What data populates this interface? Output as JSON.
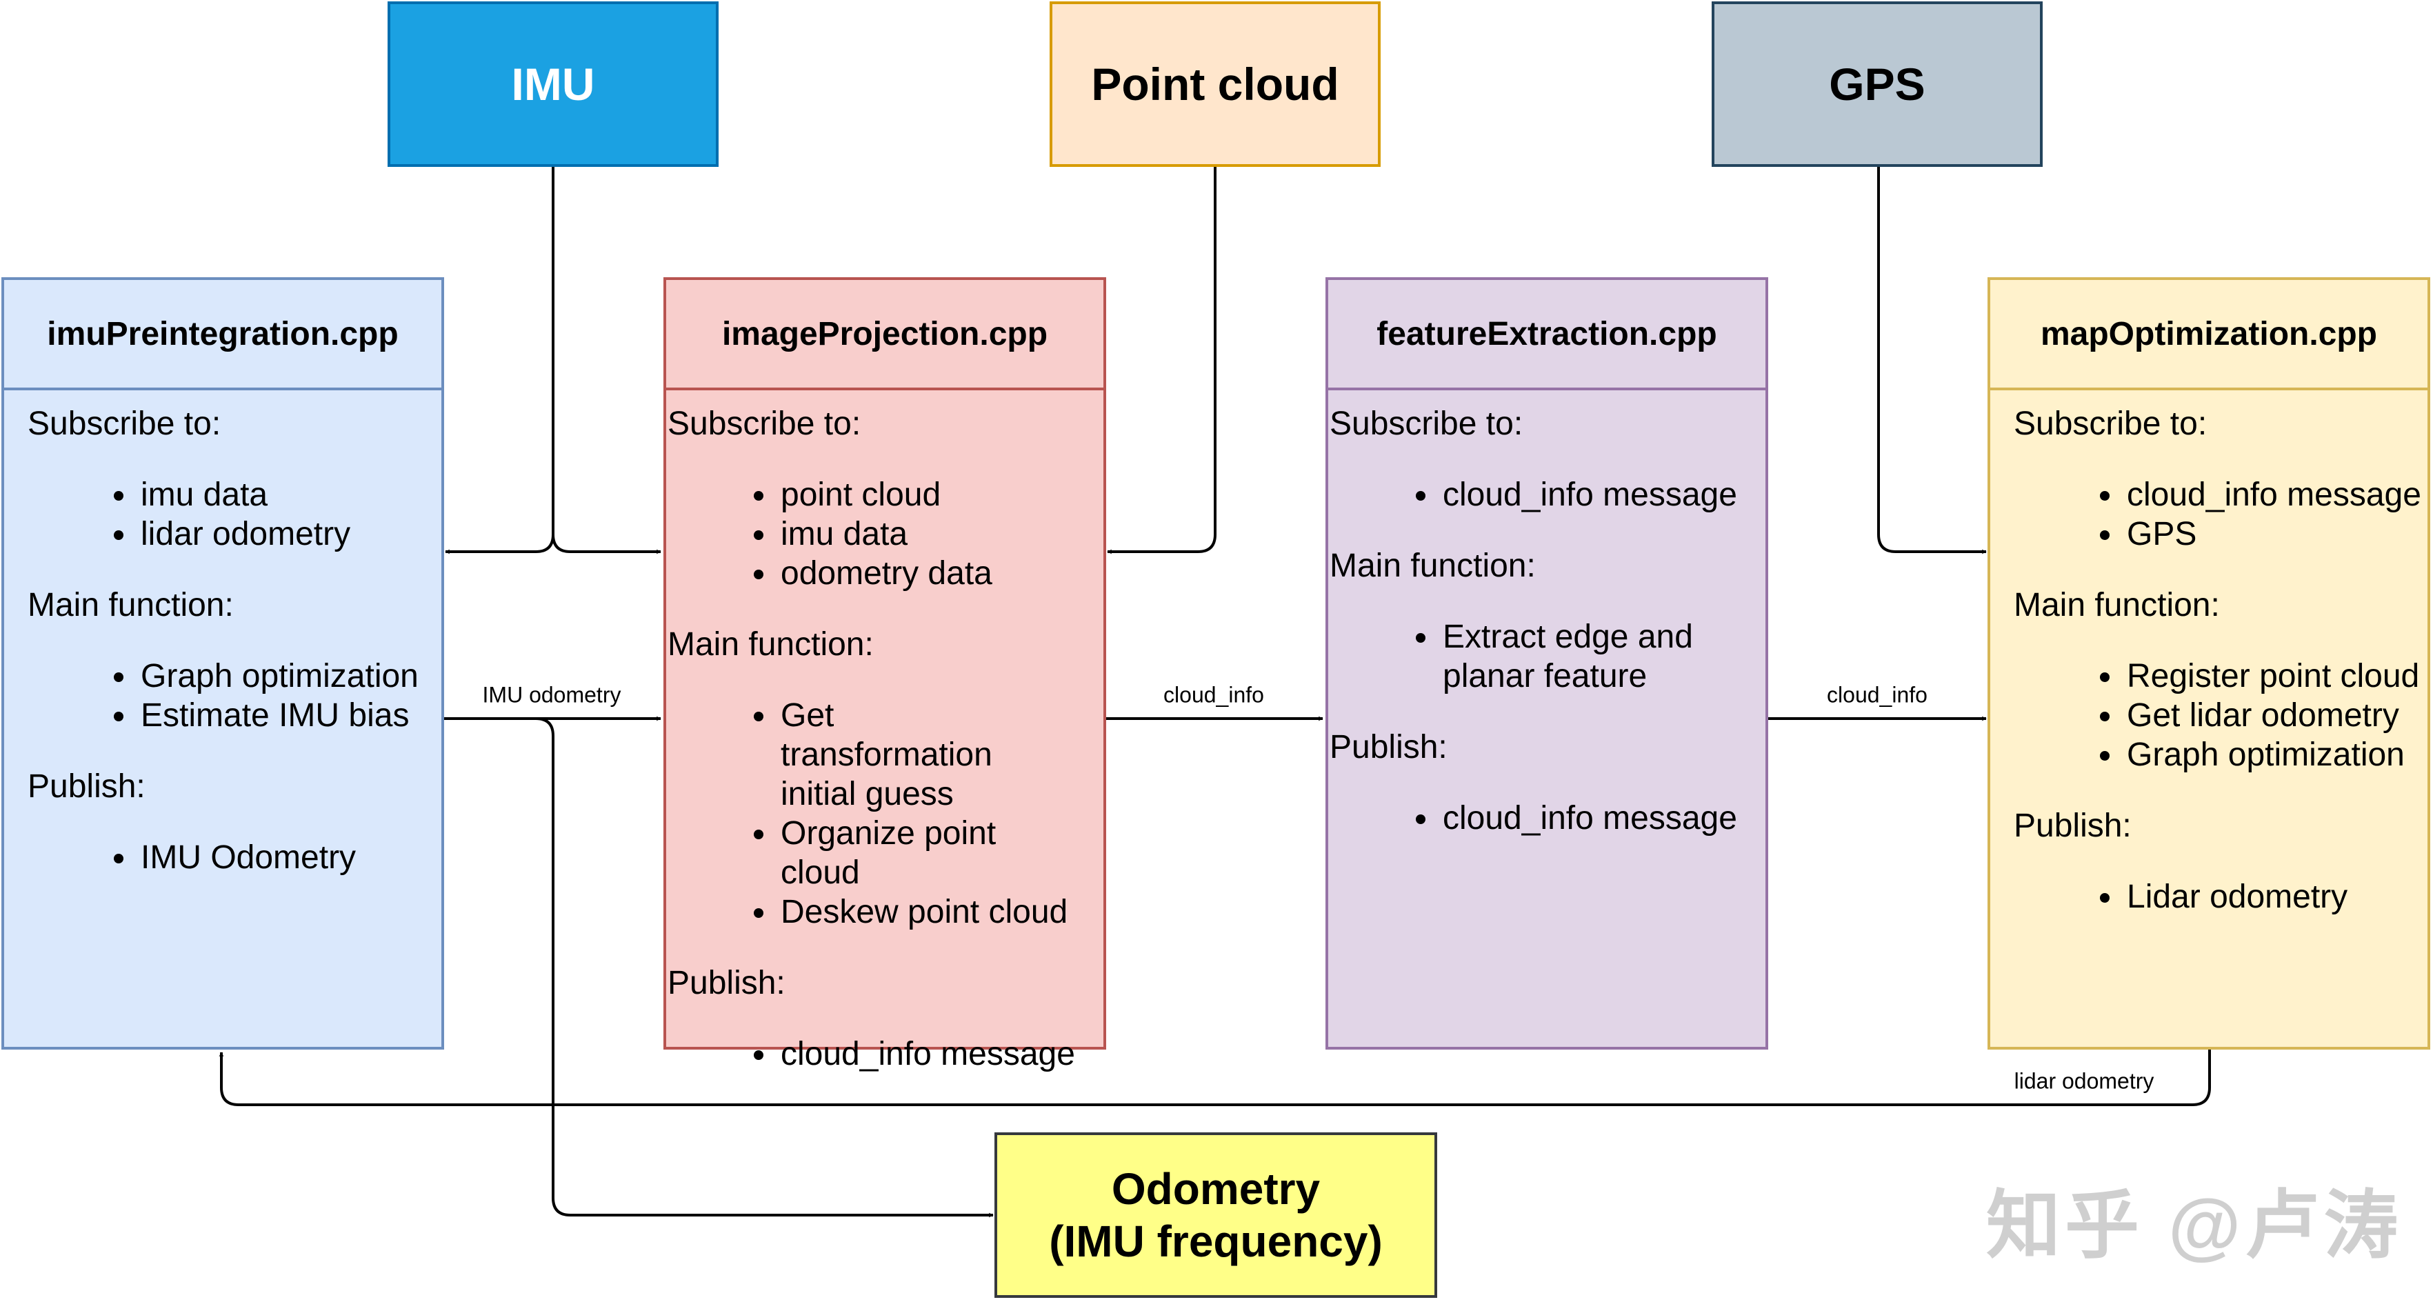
{
  "sources": {
    "imu": {
      "label": "IMU",
      "fill": "#1ba1e2",
      "stroke": "#006eaf",
      "text": "#ffffff"
    },
    "point_cloud": {
      "label": "Point cloud",
      "fill": "#ffe6cc",
      "stroke": "#d79b00",
      "text": "#000000"
    },
    "gps": {
      "label": "GPS",
      "fill": "#bac8d3",
      "stroke": "#23445d",
      "text": "#000000"
    }
  },
  "modules": {
    "imu_preintegration": {
      "title": "imuPreintegration.cpp",
      "fill": "#dae8fc",
      "stroke": "#6c8ebf",
      "subscribe_title": "Subscribe to:",
      "subscribe": [
        "imu data",
        "lidar odometry"
      ],
      "function_title": "Main function:",
      "functions": [
        "Graph optimization",
        "Estimate IMU bias"
      ],
      "publish_title": "Publish:",
      "publish": [
        "IMU Odometry"
      ]
    },
    "image_projection": {
      "title": "imageProjection.cpp",
      "fill": "#f8cecc",
      "stroke": "#b85450",
      "subscribe_title": "Subscribe to:",
      "subscribe": [
        "point cloud",
        "imu data",
        "odometry data"
      ],
      "function_title": "Main function:",
      "functions": [
        "Get transformation initial guess",
        "Organize point cloud",
        "Deskew point cloud"
      ],
      "publish_title": "Publish:",
      "publish": [
        "cloud_info message"
      ]
    },
    "feature_extraction": {
      "title": "featureExtraction.cpp",
      "fill": "#e1d5e7",
      "stroke": "#9673a6",
      "subscribe_title": "Subscribe to:",
      "subscribe": [
        "cloud_info message"
      ],
      "function_title": "Main function:",
      "functions": [
        "Extract edge and planar feature"
      ],
      "publish_title": "Publish:",
      "publish": [
        "cloud_info message"
      ]
    },
    "map_optimization": {
      "title": "mapOptimization.cpp",
      "fill": "#fff2cc",
      "stroke": "#d6b656",
      "subscribe_title": "Subscribe to:",
      "subscribe": [
        "cloud_info message",
        "GPS"
      ],
      "function_title": "Main function:",
      "functions": [
        "Register point cloud",
        "Get lidar odometry",
        "Graph optimization"
      ],
      "publish_title": "Publish:",
      "publish": [
        "Lidar odometry"
      ]
    }
  },
  "output": {
    "line1": "Odometry",
    "line2": "(IMU frequency)",
    "fill": "#ffff88",
    "stroke": "#36393d"
  },
  "edge_labels": {
    "imu_odometry": "IMU odometry",
    "cloud_info_1": "cloud_info",
    "cloud_info_2": "cloud_info",
    "lidar_odometry": "lidar odometry"
  },
  "watermark": {
    "text": "知乎 @卢涛"
  }
}
